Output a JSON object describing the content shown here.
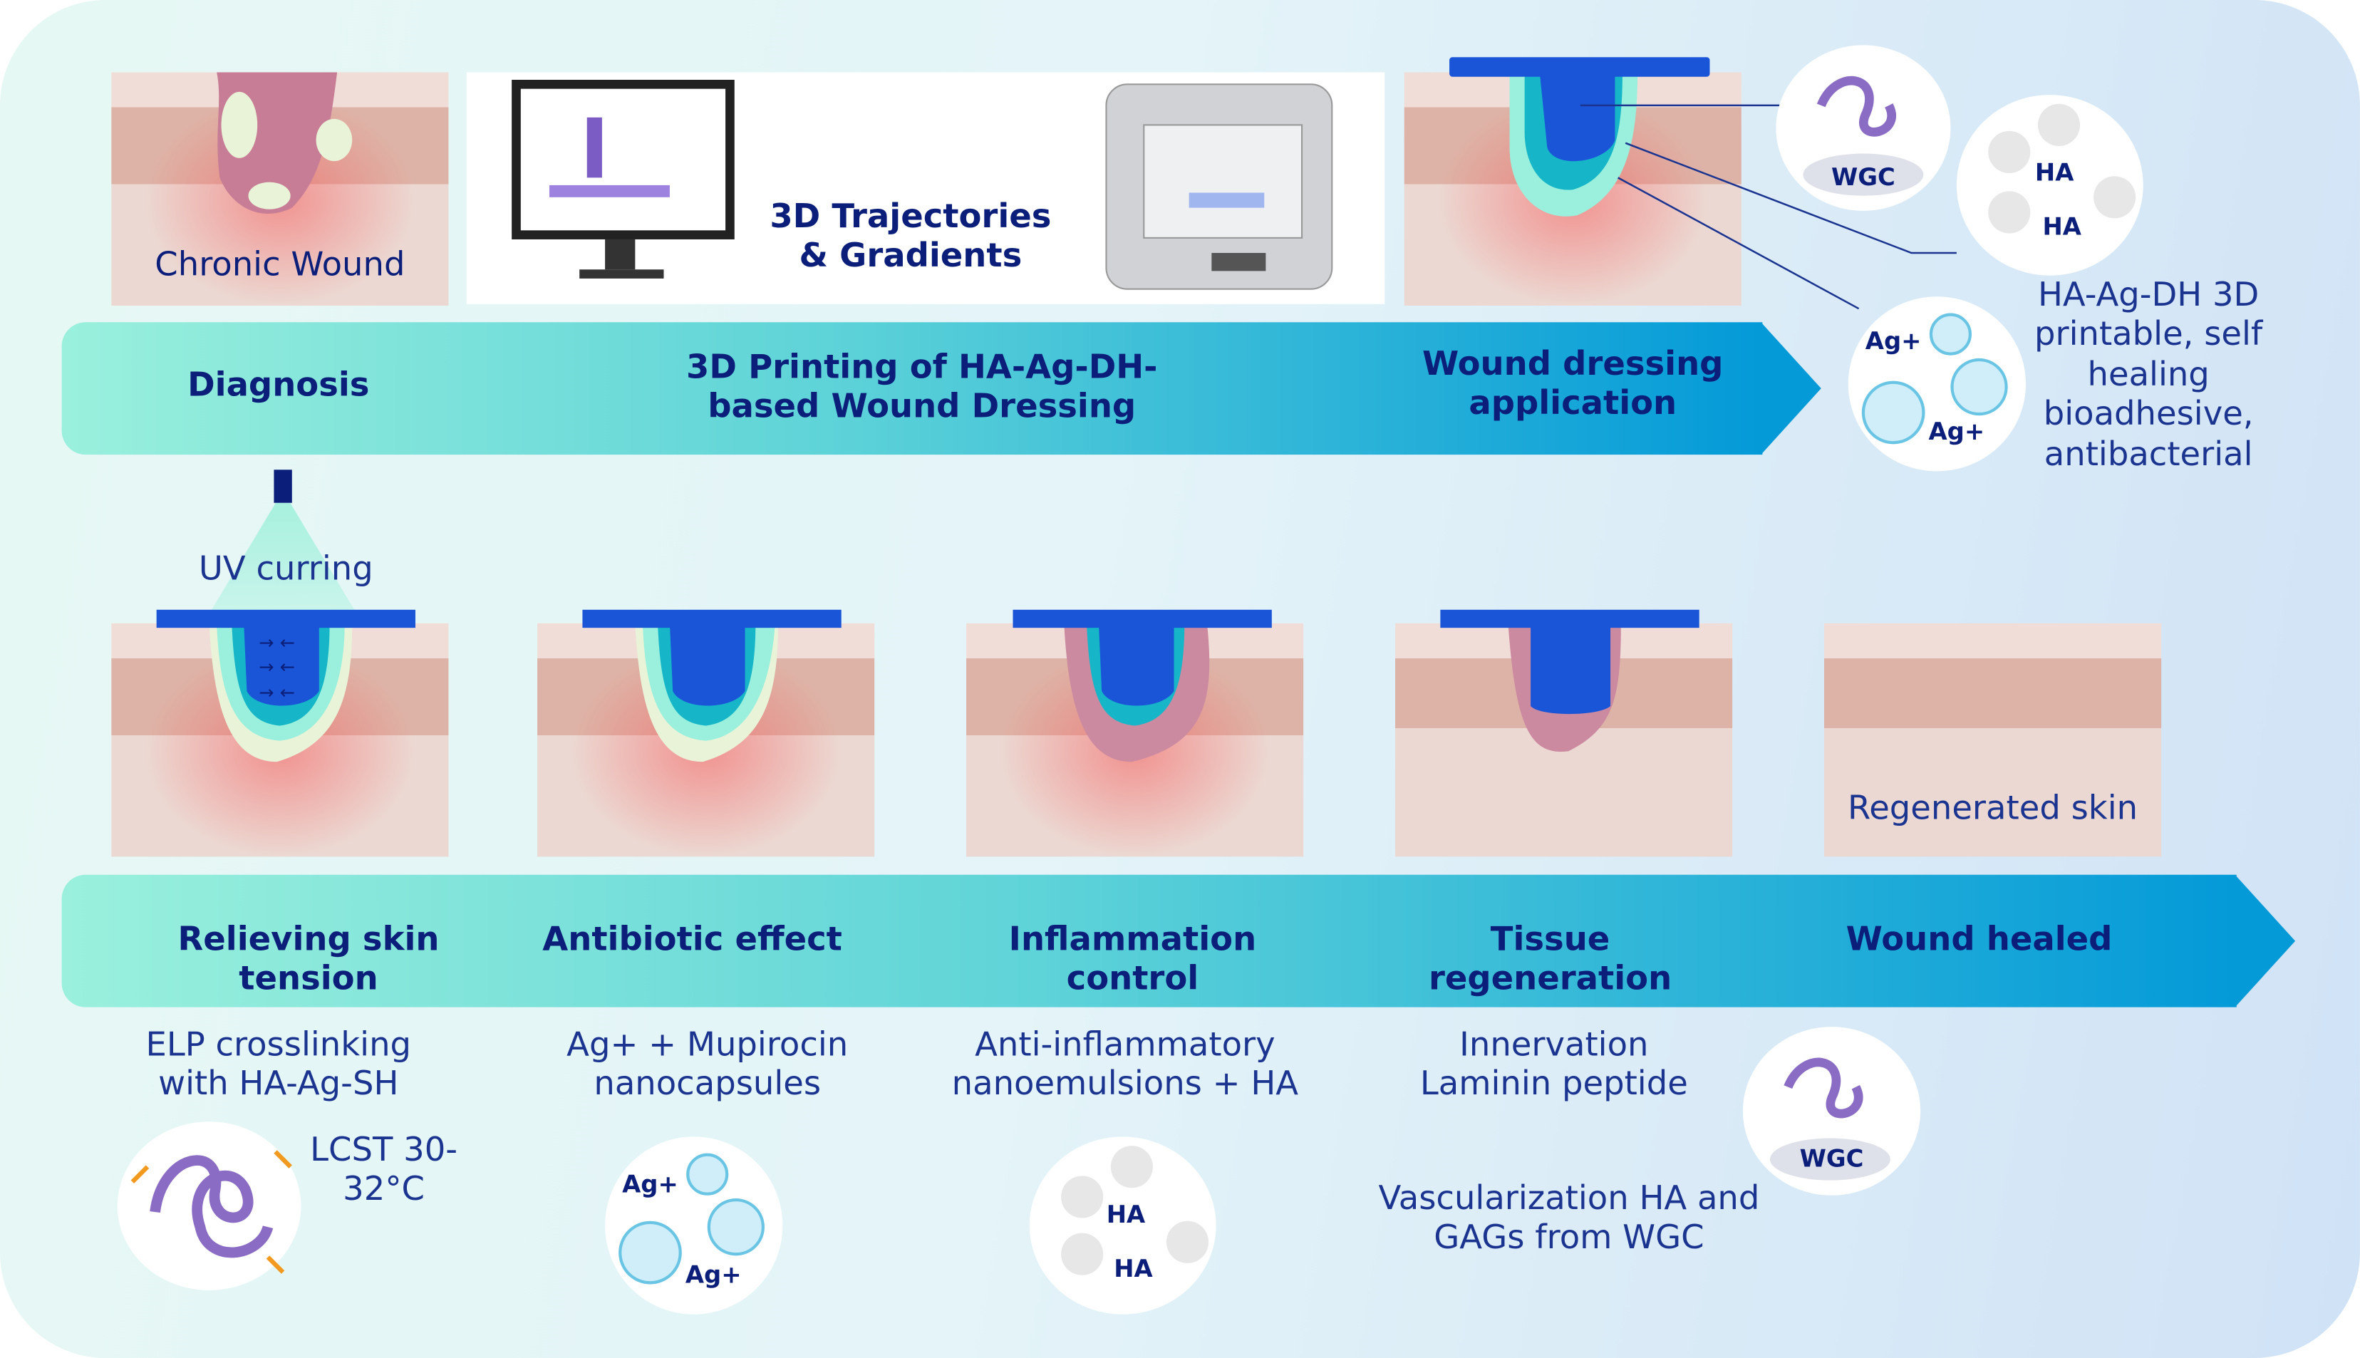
{
  "top": {
    "chronic_wound": "Chronic Wound",
    "printing_caption": "3D Trajectories & Gradients",
    "material_labels": {
      "wgc": "WGC",
      "ha1": "HA",
      "ha2": "HA",
      "ag1": "Ag+",
      "ag2": "Ag+"
    },
    "material_description": "HA-Ag-DH 3D printable, self healing bioadhesive, antibacterial"
  },
  "arrow1": {
    "stages": [
      "Diagnosis",
      "3D Printing of HA-Ag-DH-based Wound Dressing",
      "Wound dressing application"
    ]
  },
  "uv_label": "UV curring",
  "regenerated_label": "Regenerated skin",
  "arrow2": {
    "stages": [
      "Relieving skin tension",
      "Antibiotic effect",
      "Inflammation control",
      "Tissue regeneration",
      "Wound healed"
    ]
  },
  "captions": {
    "elp": "ELP crosslinking with HA-Ag-SH",
    "lcst": "LCST 30-32°C",
    "antibiotic": "Ag+ + Mupirocin nanocapsules",
    "inflammation": "Anti-inflammatory nanoemulsions + HA",
    "innervation": "Innervation Laminin peptide",
    "vascularization": "Vascularization HA and GAGs from WGC",
    "wgc": "WGC",
    "ag1": "Ag+",
    "ag2": "Ag+",
    "ha1": "HA",
    "ha2": "HA"
  },
  "colors": {
    "text": "#0b1f7a",
    "dressing": "#1a55d8",
    "arrow_start": "#9af0dc",
    "arrow_end": "#049ad8"
  }
}
